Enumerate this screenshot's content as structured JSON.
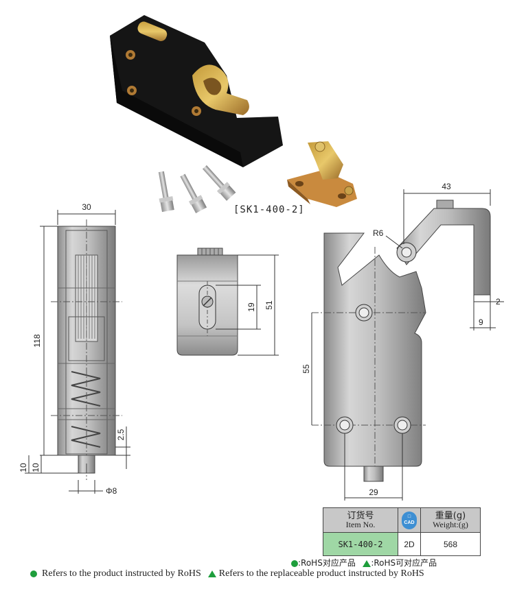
{
  "product": {
    "model_label": "[SK1-400-2]"
  },
  "dimensions": {
    "front_width": "30",
    "front_height": "118",
    "front_offset_a": "10",
    "front_offset_b": "10",
    "front_spring_gap": "2.5",
    "front_diameter": "Φ8",
    "center_height": "51",
    "center_slot": "19",
    "side_width": "43",
    "side_radius": "R6",
    "side_thickness": "2",
    "side_depth": "9",
    "side_hole_height": "55",
    "side_hole_spacing": "29"
  },
  "spec_table": {
    "col1_header_cn": "订货号",
    "col1_header_en": "Item No.",
    "cad_badge": "CAD",
    "col3_header_cn": "重量(g)",
    "col3_header_en": "Weight:(g)",
    "item_no": "SK1-400-2",
    "format": "2D",
    "weight": "568"
  },
  "legend": {
    "rohs_short": ":RoHS对应产品",
    "rohs_replace_short": ":RoHS可对应产品",
    "rohs_line": "Refers to the product instructed by RoHS",
    "rohs_replace_line": "Refers to the replaceable product instructed by RoHS"
  },
  "colors": {
    "legend_green": "#1e9e3c",
    "table_header": "#c8c8c8",
    "table_item": "#9fd7a5",
    "cad_blue": "#3e8fd3"
  }
}
